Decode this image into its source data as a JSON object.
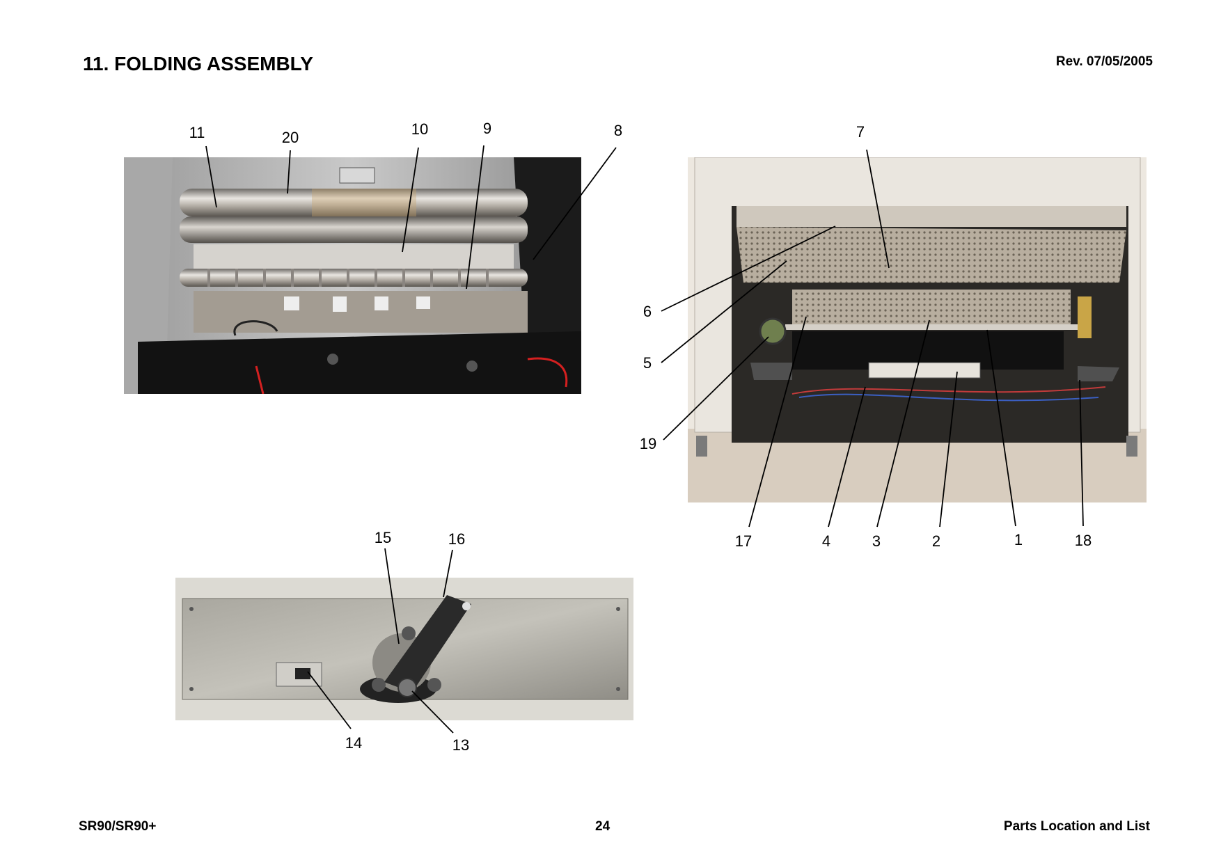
{
  "header": {
    "title": "11. FOLDING ASSEMBLY",
    "revision": "Rev. 07/05/2005"
  },
  "footer": {
    "model": "SR90/SR90+",
    "page_number": "24",
    "section": "Parts Location and List"
  },
  "callouts": {
    "c1": "1",
    "c2": "2",
    "c3": "3",
    "c4": "4",
    "c5": "5",
    "c6": "6",
    "c7": "7",
    "c8": "8",
    "c9": "9",
    "c10": "10",
    "c11": "11",
    "c13": "13",
    "c14": "14",
    "c15": "15",
    "c16": "16",
    "c17": "17",
    "c18": "18",
    "c19": "19",
    "c20": "20"
  }
}
